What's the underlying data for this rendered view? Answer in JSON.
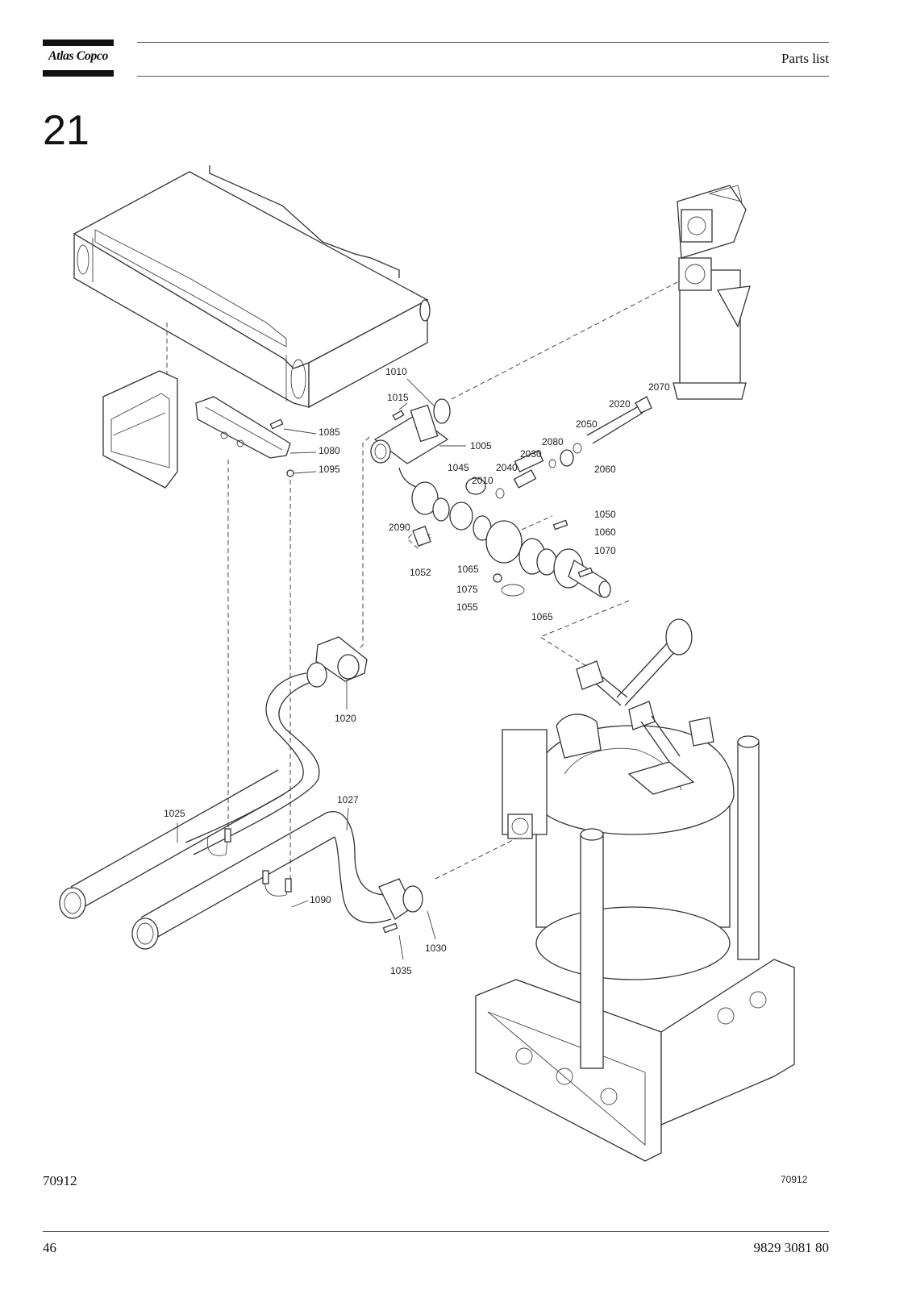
{
  "header": {
    "brand": "Atlas Copco",
    "title": "Parts list"
  },
  "section": {
    "number": "21"
  },
  "figure": {
    "id_left": "70912",
    "id_drawing": "70912",
    "callouts": [
      "1010",
      "1015",
      "1005",
      "1085",
      "1080",
      "1095",
      "1045",
      "2010",
      "2040",
      "2030",
      "2080",
      "2050",
      "2020",
      "2070",
      "2060",
      "2090",
      "1052",
      "1065",
      "1050",
      "1060",
      "1070",
      "1075",
      "1055",
      "1020",
      "1025",
      "1027",
      "1090",
      "1030",
      "1035"
    ]
  },
  "footer": {
    "page_number": "46",
    "doc_number": "9829 3081 80"
  }
}
